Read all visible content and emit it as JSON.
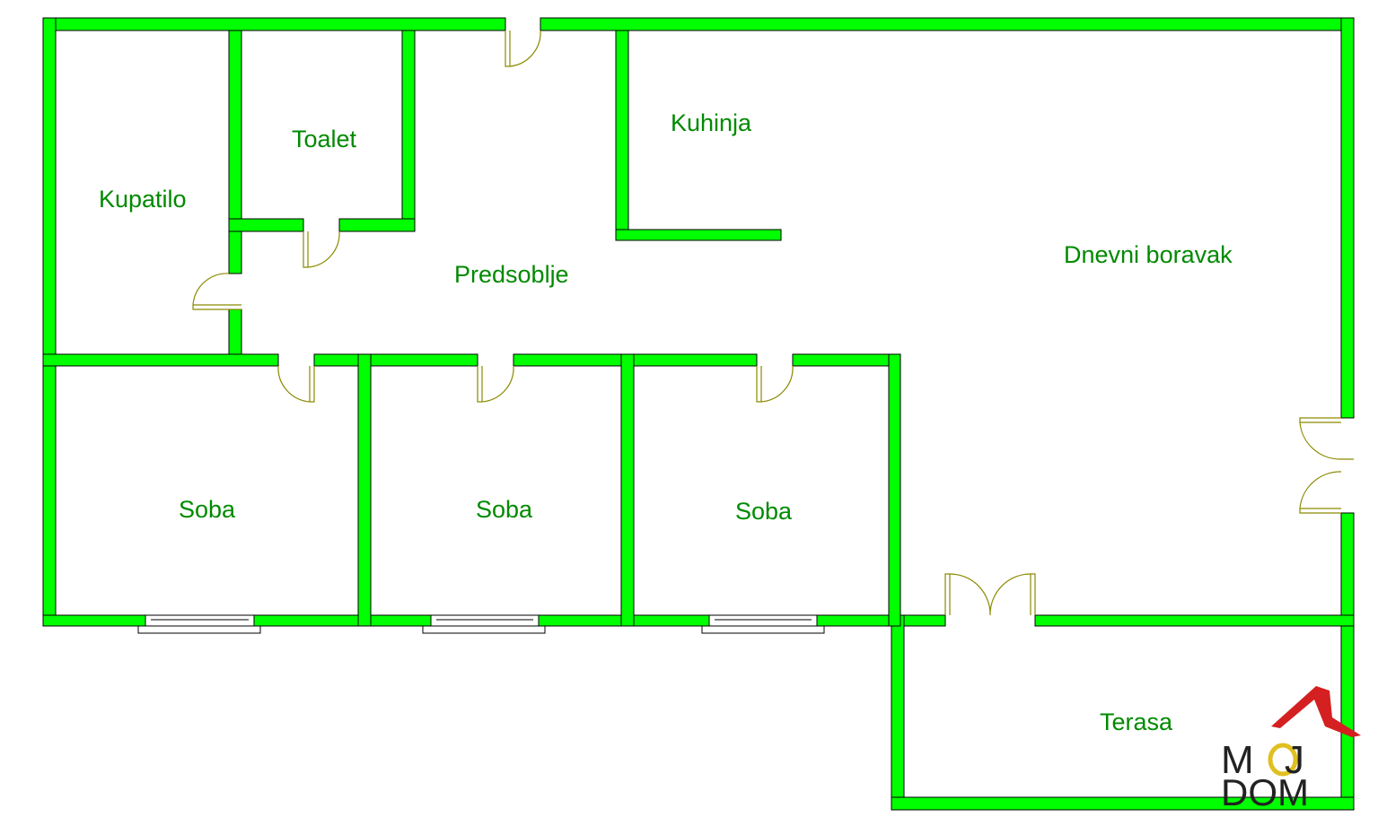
{
  "colors": {
    "wall": "#00ff00",
    "outline": "#000000",
    "door": "#8a8a00",
    "label": "#008a00",
    "logo_roof": "#d42020",
    "logo_ring": "#e0c020"
  },
  "rooms": {
    "kupatilo": "Kupatilo",
    "toalet": "Toalet",
    "kuhinja": "Kuhinja",
    "predsoblje": "Predsoblje",
    "dnevni_boravak": "Dnevni boravak",
    "soba_1": "Soba",
    "soba_2": "Soba",
    "soba_3": "Soba",
    "terasa": "Terasa"
  },
  "logo": {
    "line1": "MOJ",
    "line2": "DOM"
  }
}
